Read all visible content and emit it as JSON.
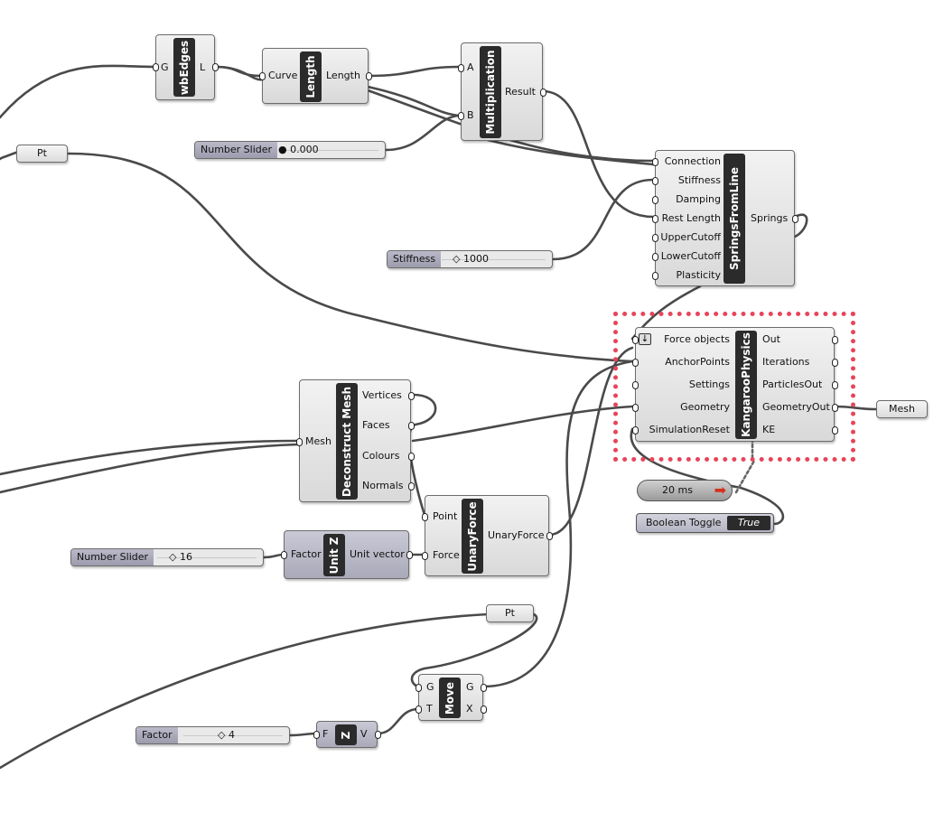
{
  "components": {
    "wbedges": {
      "nickname": "wbEdges",
      "inputs": [
        "G"
      ],
      "outputs": [
        "L"
      ]
    },
    "length": {
      "nickname": "Length",
      "inputs": [
        "Curve"
      ],
      "outputs": [
        "Length"
      ]
    },
    "multiplication": {
      "nickname": "Multiplication",
      "inputs": [
        "A",
        "B"
      ],
      "outputs": [
        "Result"
      ]
    },
    "springs": {
      "nickname": "SpringsFromLine",
      "inputs": [
        "Connection",
        "Stiffness",
        "Damping",
        "Rest Length",
        "UpperCutoff",
        "LowerCutoff",
        "Plasticity"
      ],
      "outputs": [
        "Springs"
      ]
    },
    "kangaroo": {
      "nickname": "KangarooPhysics",
      "inputs": [
        "Force objects",
        "AnchorPoints",
        "Settings",
        "Geometry",
        "SimulationReset"
      ],
      "outputs": [
        "Out",
        "Iterations",
        "ParticlesOut",
        "GeometryOut",
        "KE"
      ]
    },
    "deconstruct": {
      "nickname": "Deconstruct Mesh",
      "inputs": [
        "Mesh"
      ],
      "outputs": [
        "Vertices",
        "Faces",
        "Colours",
        "Normals"
      ]
    },
    "unaryforce": {
      "nickname": "UnaryForce",
      "inputs": [
        "Point",
        "Force"
      ],
      "outputs": [
        "UnaryForce"
      ]
    },
    "unitz1": {
      "nickname": "Unit Z",
      "inputs": [
        "Factor"
      ],
      "outputs": [
        "Unit vector"
      ]
    },
    "move": {
      "nickname": "Move",
      "inputs": [
        "G",
        "T"
      ],
      "outputs": [
        "G",
        "X"
      ]
    },
    "unitz2": {
      "nickname": "Z",
      "inputs": [
        "F"
      ],
      "outputs": [
        "V"
      ]
    }
  },
  "sliders": {
    "s1": {
      "label": "Number Slider",
      "value": "0.000"
    },
    "s2": {
      "label": "Stiffness",
      "value": "1000"
    },
    "s3": {
      "label": "Number Slider",
      "value": "16"
    },
    "s4": {
      "label": "Factor",
      "value": "4"
    }
  },
  "params": {
    "pt1": "Pt",
    "pt2": "Pt",
    "mesh": "Mesh"
  },
  "timer": {
    "label": "20 ms"
  },
  "toggle": {
    "label": "Boolean Toggle",
    "value": "True"
  },
  "colors": {
    "wire": "#555555",
    "highlight": "#e8445a",
    "nickname_bg": "#2b2b2b"
  }
}
